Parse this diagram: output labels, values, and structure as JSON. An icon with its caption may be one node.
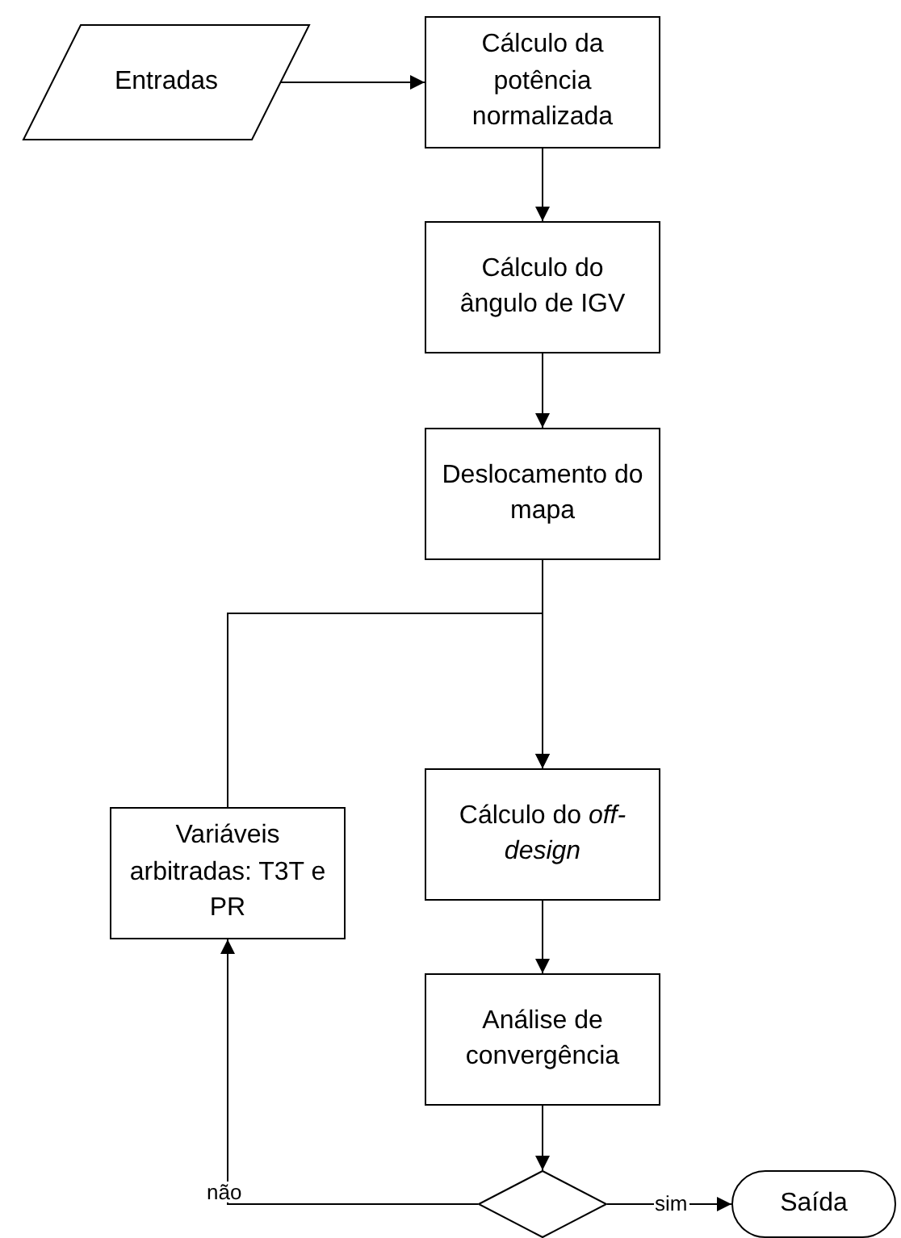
{
  "diagram": {
    "nodes": [
      {
        "text": [
          "Entradas"
        ]
      },
      {
        "text": [
          "Cálculo da potência normalizada"
        ]
      },
      {
        "text": [
          "Cálculo do ângulo de IGV"
        ]
      },
      {
        "text": [
          "Deslocamento do mapa"
        ]
      },
      {
        "text": [
          "Variáveis arbitradas: T3T e PR"
        ]
      },
      {
        "text": [
          "Cálculo do *off-design*"
        ]
      },
      {
        "text": [
          "Análise de convergência"
        ]
      },
      {
        "text": [],
        "shape": "diamond"
      },
      {
        "text": [
          "Saída"
        ]
      }
    ],
    "edges": [
      {
        "from": 0,
        "to": 1,
        "arrow": "to"
      },
      {
        "from": 1,
        "to": 2,
        "arrow": "to"
      },
      {
        "from": 2,
        "to": 3,
        "arrow": "to"
      },
      {
        "from": 3,
        "to": 5,
        "arrow": "to"
      },
      {
        "from": 4,
        "to": 5,
        "arrow": "to"
      },
      {
        "from": 5,
        "to": 6,
        "arrow": "to"
      },
      {
        "from": 6,
        "to": 7,
        "arrow": "to"
      },
      {
        "from": 7,
        "to": 4,
        "arrow": "to",
        "label": "não"
      },
      {
        "from": 7,
        "to": 8,
        "arrow": "to",
        "label": "sim"
      }
    ]
  }
}
